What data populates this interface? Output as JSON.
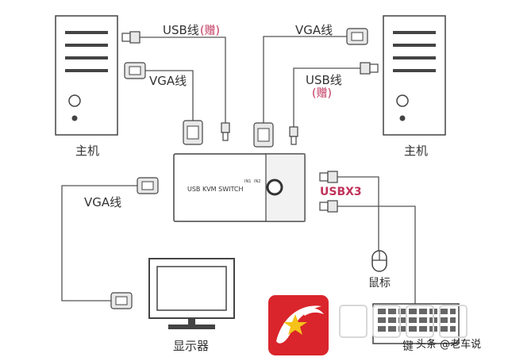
{
  "labels": {
    "usb_left": "USB线",
    "gift_left": "(赠)",
    "vga_left_top": "VGA线",
    "vga_right_top": "VGA线",
    "usb_right": "USB线",
    "gift_right": "(赠)",
    "host_left": "主机",
    "host_right": "主机",
    "switch_title": "USB KVM SWITCH",
    "in1": "IN1",
    "in2": "IN2",
    "usbx3": "USBX3",
    "vga_bottom": "VGA线",
    "mouse": "鼠标",
    "monitor": "显示器",
    "keyboard_fragment": "键",
    "watermark": "头条 @老车说"
  },
  "colors": {
    "line": "#555555",
    "gift_text": "#c0325a",
    "usbx3": "#c0325a",
    "logo_red": "#d9252b",
    "logo_yellow": "#f5c21a"
  },
  "icons": {
    "computer": "tower-pc-icon",
    "monitor": "monitor-icon",
    "mouse": "mouse-icon",
    "keyboard": "keyboard-icon",
    "logo": "dragon-star-logo-icon"
  }
}
